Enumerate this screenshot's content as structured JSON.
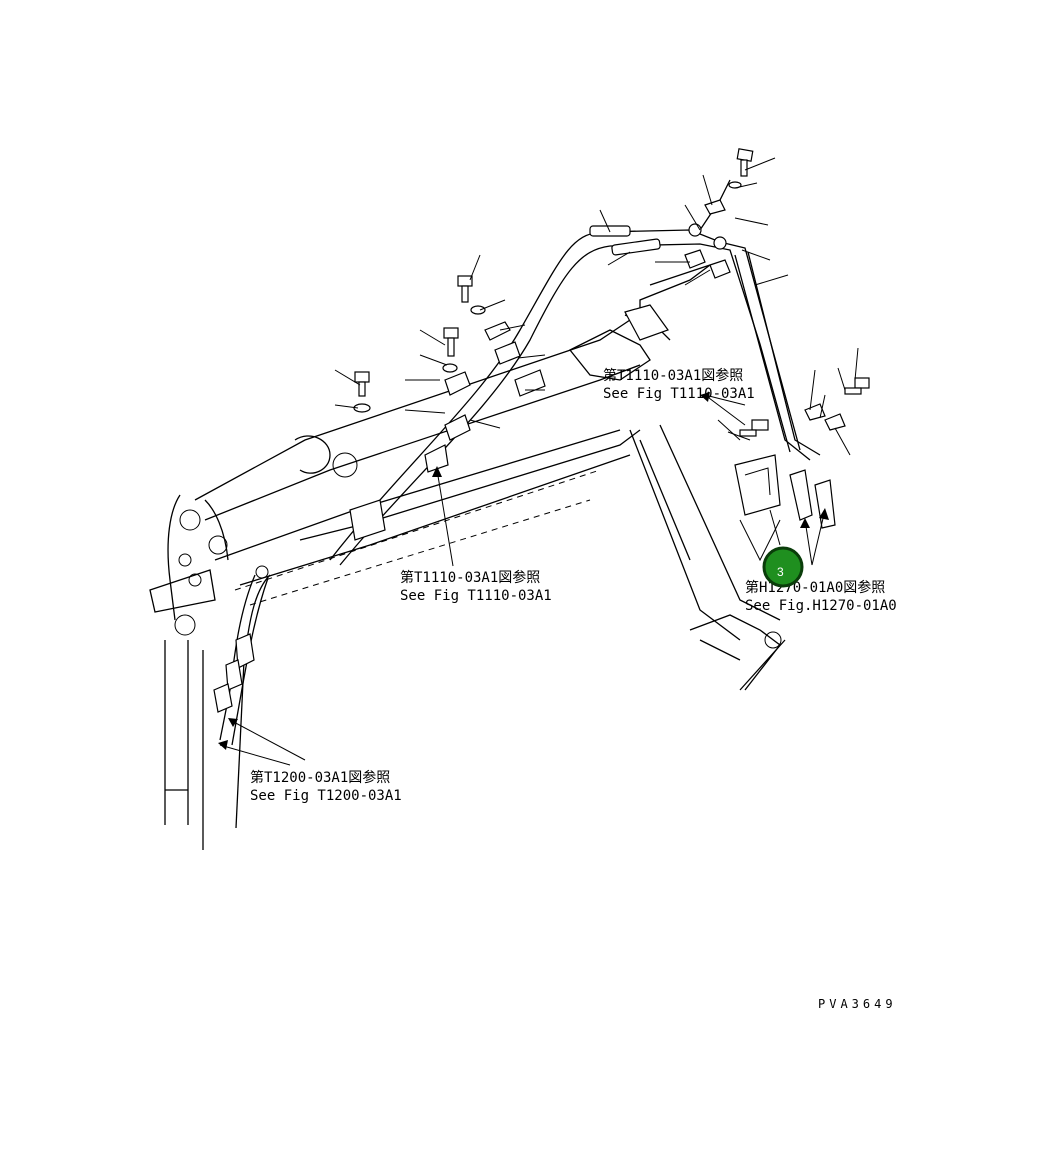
{
  "references": [
    {
      "jp": "第T1110-03A1図参照",
      "en": "See Fig T1110-03A1"
    },
    {
      "jp": "第T1110-03A1図参照",
      "en": "See Fig T1110-03A1"
    },
    {
      "jp": "第H1270-01A0図参照",
      "en": "See Fig.H1270-01A0"
    },
    {
      "jp": "第T1200-03A1図参照",
      "en": "See Fig T1200-03A1"
    }
  ],
  "callout": {
    "number": "3",
    "color": "#1f8f1f",
    "ring": "#0a3d0a"
  },
  "drawing_code": "PVA3649"
}
